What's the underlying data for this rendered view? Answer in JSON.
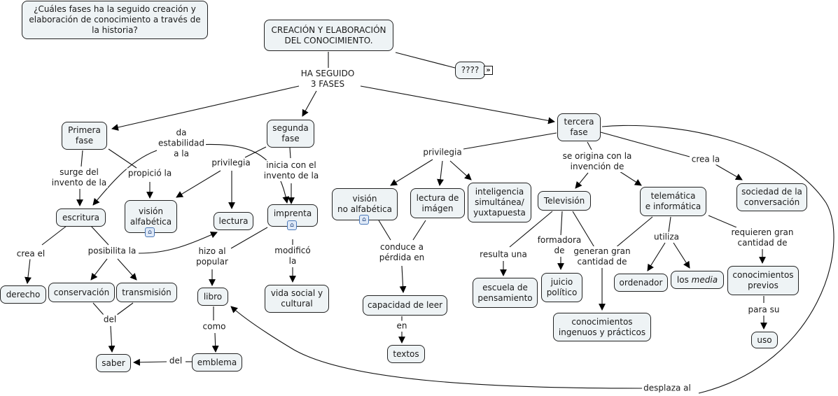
{
  "question": "¿Cuáles fases ha la seguido creación y\nelaboración de conocimiento a través de\nla historia?",
  "root": "CREACIÓN Y ELABORACIÓN\nDEL CONOCIMIENTO.",
  "unknown_node": "????",
  "nodes": {
    "primera_fase": "Primera\nfase",
    "segunda_fase": "segunda\nfase",
    "tercera_fase": "tercera\nfase",
    "escritura": "escritura",
    "vision_alfabetica": "visión\nalfabética",
    "lectura": "lectura",
    "imprenta": "imprenta",
    "derecho": "derecho",
    "conservacion": "conservación",
    "transmision": "transmisión",
    "saber": "saber",
    "libro": "libro",
    "emblema": "emblema",
    "vida_social": "vida social y\ncultural",
    "vision_no_alfabetica": "visión\nno alfabética",
    "lectura_imagen": "lectura de\nimágen",
    "inteligencia": "inteligencia\nsimultánea/\nyuxtapuesta",
    "capacidad_leer": "capacidad de leer",
    "textos": "textos",
    "television": "Televisión",
    "telematica": "telemática\ne informática",
    "sociedad_conversacion": "sociedad de la\nconversación",
    "escuela_pensamiento": "escuela de\npensamiento",
    "juicio_politico": "juicio\npolítico",
    "conocimientos_ingenuos": "conocimientos\ningenuos y prácticos",
    "ordenador": "ordenador",
    "los_media_prefix": "los ",
    "los_media_italic": "media",
    "conocimientos_previos": "conocimientos\nprevios",
    "uso": "uso"
  },
  "links": {
    "ha_seguido": "HA SEGUIDO\n3 FASES",
    "da_estabilidad": "da\nestabilidad\na la",
    "surge_del": "surge del\ninvento de la",
    "propicio": "propició la",
    "privilegia_2": "privilegia",
    "inicia_con": "inicia con el\ninvento de la",
    "crea_el": "crea el",
    "posibilita": "posibilita la",
    "del_1": "del",
    "hizo_popular": "hizo al\npopular",
    "modifico": "modificó\nla",
    "como": "como",
    "del_2": "del",
    "privilegia_3": "privilegia",
    "conduce": "conduce a\npérdida en",
    "en": "en",
    "se_origina": "se origina con la\ninvención de",
    "crea_la": "crea la",
    "resulta_una": "resulta una",
    "formadora": "formadora\nde",
    "generan": "generan gran\ncantidad de",
    "utiliza": "utiliza",
    "requieren": "requieren gran\ncantidad de",
    "para_su": "para su",
    "desplaza": "desplaza al"
  },
  "icons": {
    "submap": "⌂",
    "expand": "»"
  }
}
